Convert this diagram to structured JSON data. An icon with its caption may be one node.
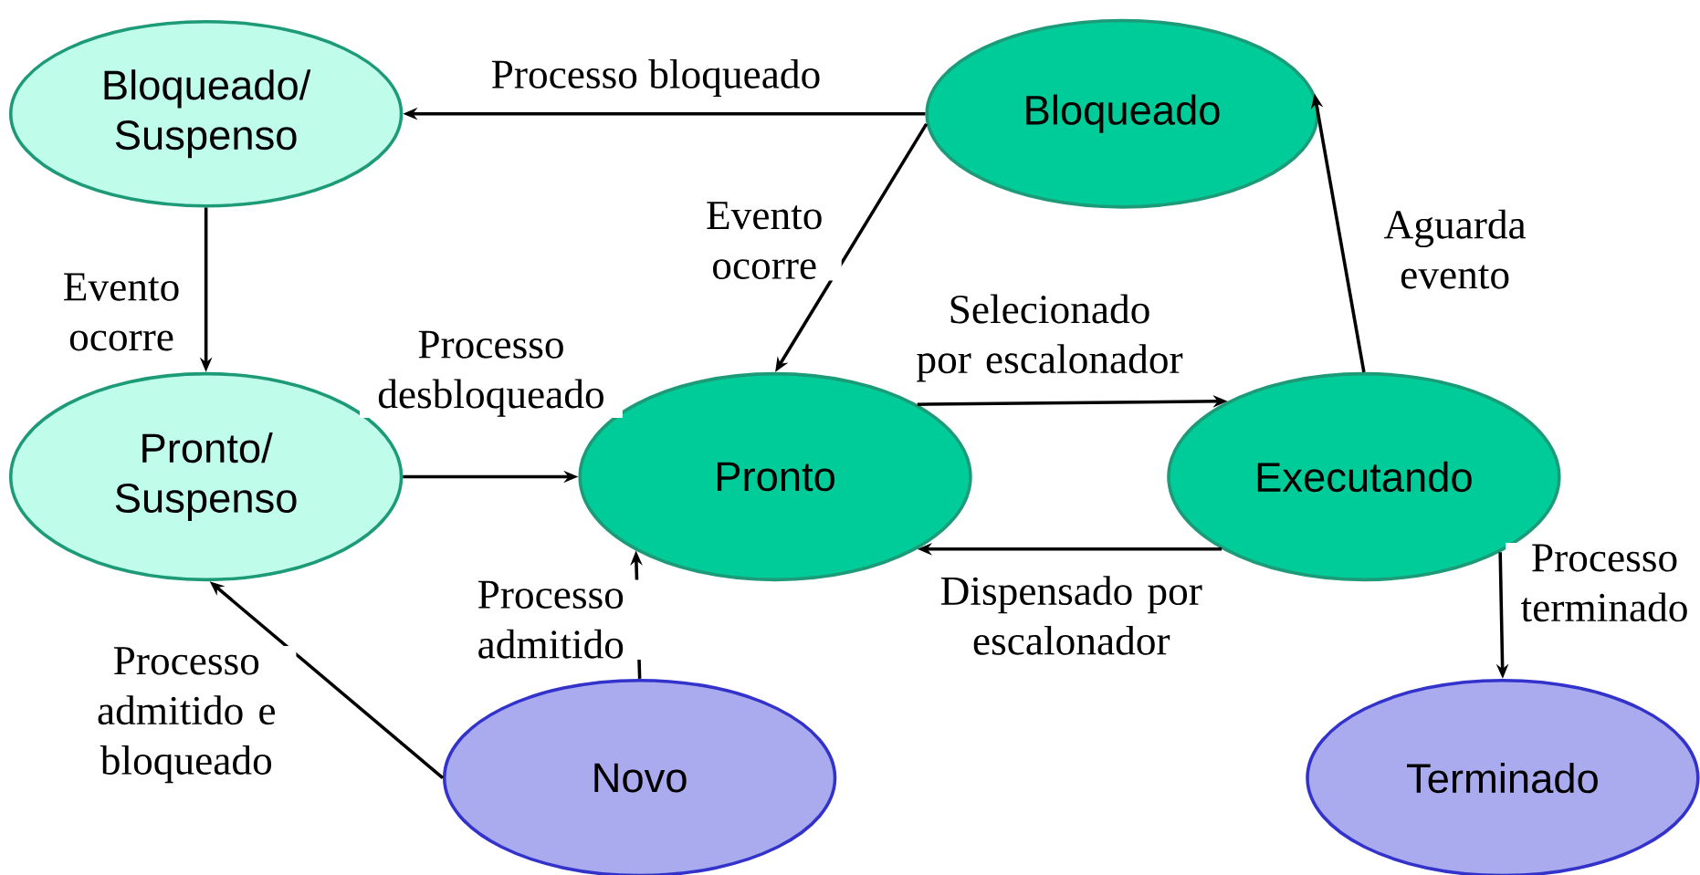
{
  "diagram": {
    "nodes": [
      {
        "text": [
          "Bloqueado/ Suspenso"
        ]
      },
      {
        "text": [
          "Bloqueado"
        ]
      },
      {
        "text": [
          "Pronto/ Suspenso"
        ]
      },
      {
        "text": [
          "Pronto"
        ]
      },
      {
        "text": [
          "Executando"
        ]
      },
      {
        "text": [
          "Novo"
        ]
      },
      {
        "text": [
          "Terminado"
        ]
      }
    ],
    "edges": [
      {
        "from": 1,
        "to": 0,
        "arrow": "to",
        "label": "Processo bloqueado"
      },
      {
        "from": 1,
        "to": 3,
        "arrow": "to",
        "label": "Evento ocorre"
      },
      {
        "from": 0,
        "to": 2,
        "arrow": "to",
        "label": "Evento ocorre"
      },
      {
        "from": 2,
        "to": 3,
        "arrow": "to",
        "label": "Processo desbloqueado"
      },
      {
        "from": 3,
        "to": 4,
        "arrow": "to",
        "label": "Selecionado por escalonador"
      },
      {
        "from": 4,
        "to": 3,
        "arrow": "to",
        "label": "Dispensado por escalonador"
      },
      {
        "from": 4,
        "to": 1,
        "arrow": "to",
        "label": "Aguarda evento"
      },
      {
        "from": 5,
        "to": 3,
        "arrow": "to",
        "label": "Processo admitido"
      },
      {
        "from": 5,
        "to": 2,
        "arrow": "to",
        "label": "Processo admitido e bloqueado"
      },
      {
        "from": 4,
        "to": 6,
        "arrow": "to",
        "label": "Processo terminado"
      }
    ]
  }
}
